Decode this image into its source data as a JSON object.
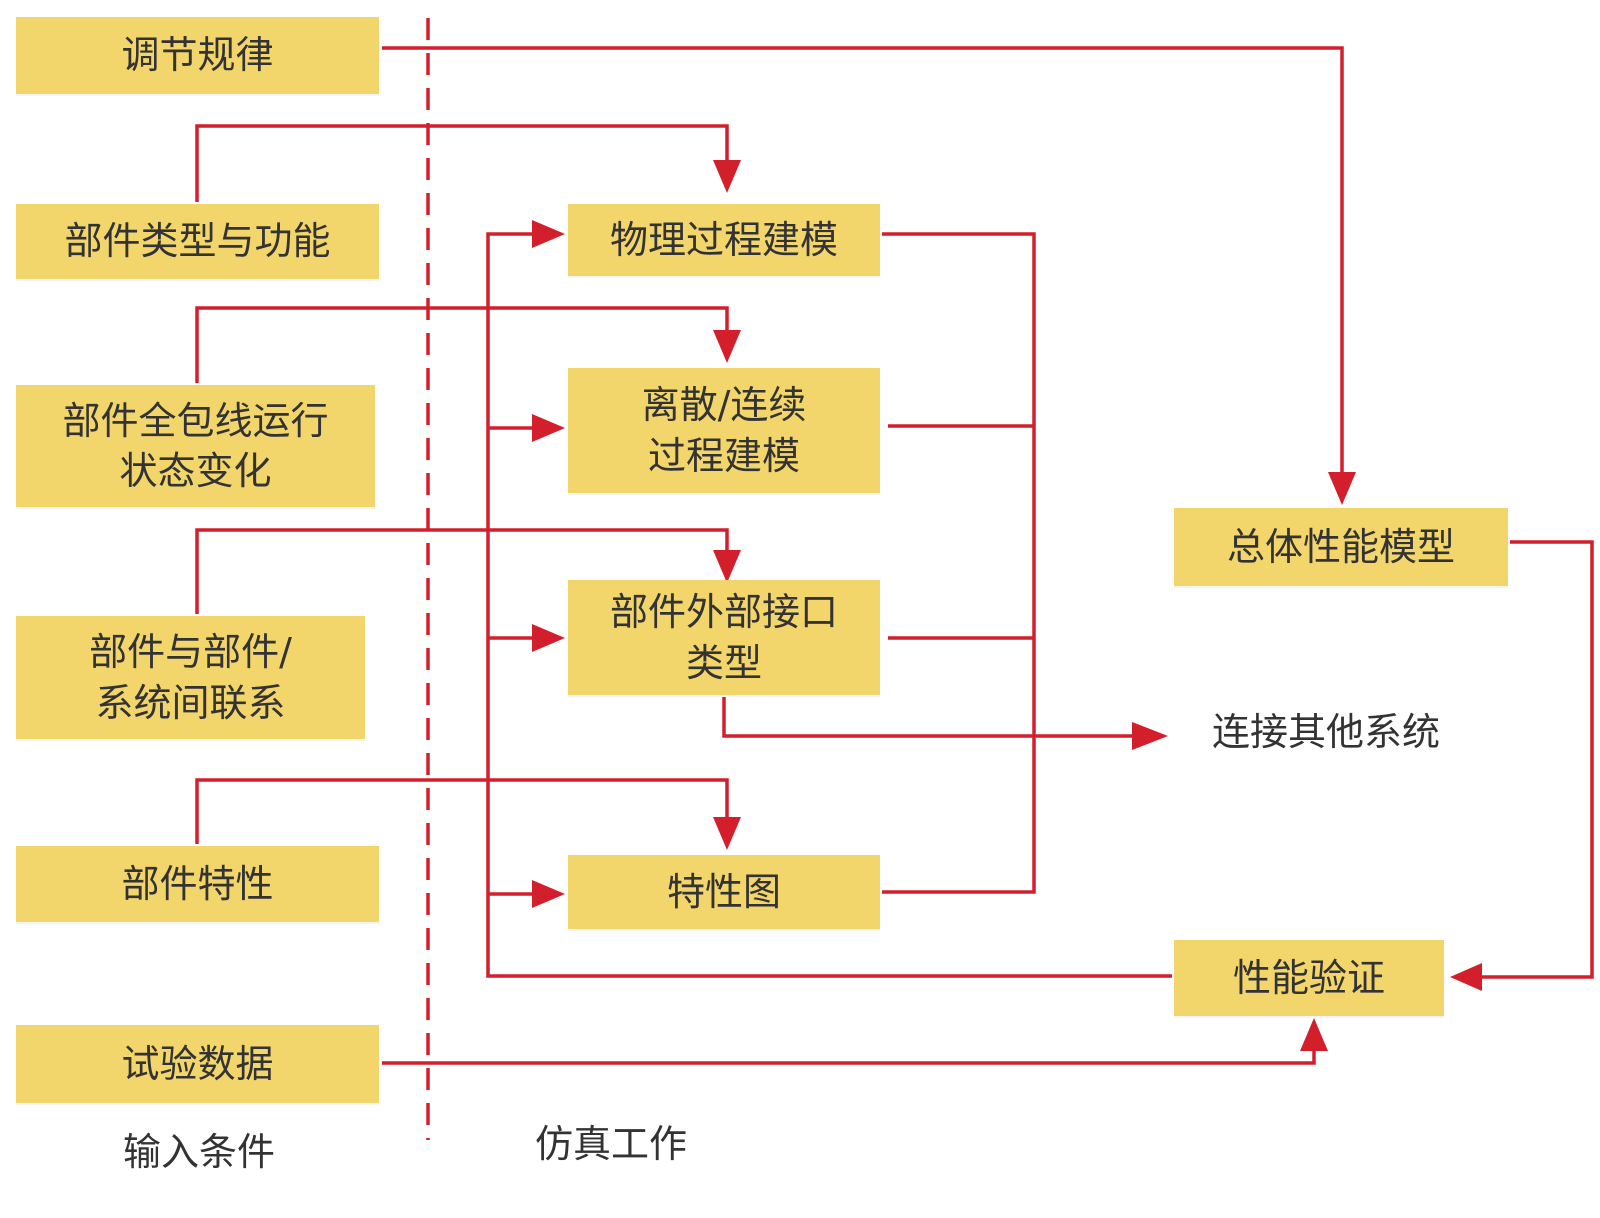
{
  "inputs": {
    "regulation_law": "调节规律",
    "component_type_function": "部件类型与功能",
    "envelope_state_line1": "部件全包线运行",
    "envelope_state_line2": "状态变化",
    "component_link_line1": "部件与部件/",
    "component_link_line2": "系统间联系",
    "component_characteristics": "部件特性",
    "test_data": "试验数据"
  },
  "simulation": {
    "physical_modeling": "物理过程建模",
    "discrete_continuous_line1": "离散/连续",
    "discrete_continuous_line2": "过程建模",
    "external_interface_line1": "部件外部接口",
    "external_interface_line2": "类型",
    "characteristic_map": "特性图"
  },
  "outputs": {
    "overall_model": "总体性能模型",
    "connect_other_systems": "连接其他系统",
    "performance_validation": "性能验证"
  },
  "section_labels": {
    "input_conditions": "输入条件",
    "simulation_work": "仿真工作"
  },
  "colors": {
    "box_fill": "#f2d56b",
    "line": "#d21f2b",
    "text": "#333333"
  }
}
